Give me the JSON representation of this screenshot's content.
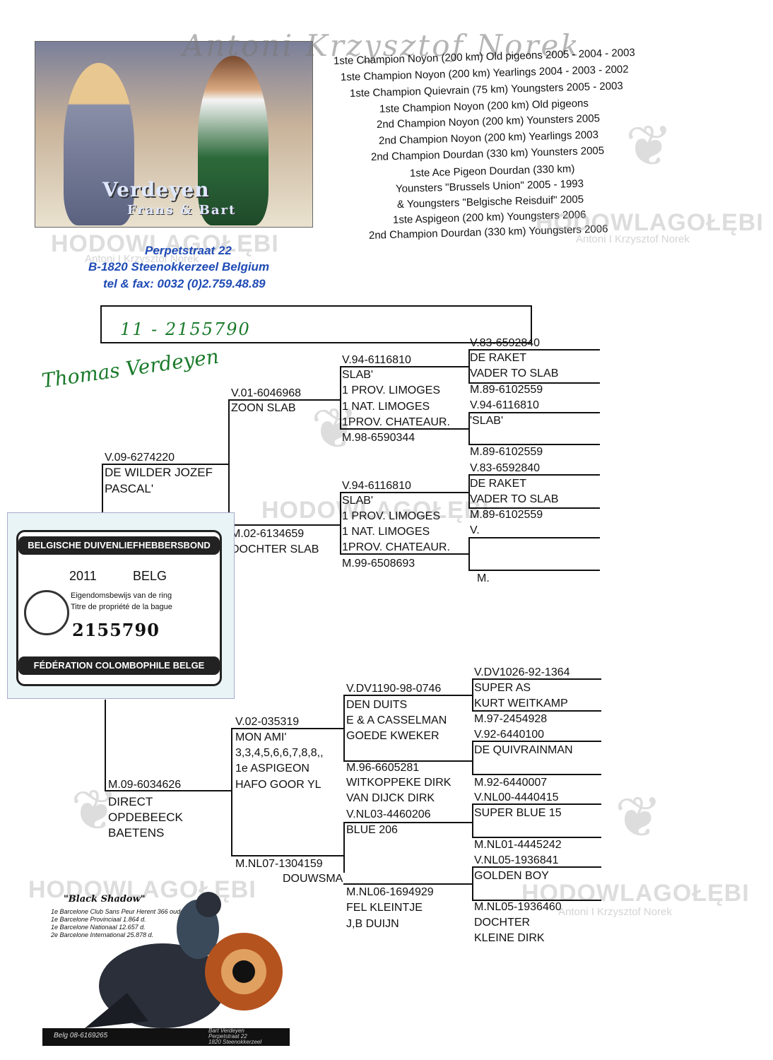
{
  "watermark": {
    "script_name": "Antoni Krzysztof Norek",
    "brand_left": "HODOWLA",
    "brand_right": "GOŁĘBI",
    "brand_sub": "Antoni I Krzysztof Norek"
  },
  "photo": {
    "caption_1": "Verdeyen",
    "caption_2": "Frans & Bart"
  },
  "titles": [
    "1ste Champion Noyon (200 km) Old pigeons 2005 - 2004 - 2003",
    "1ste Champion Noyon (200 km) Yearlings 2004 - 2003 - 2002",
    "1ste Champion Quievrain (75 km) Youngsters 2005 - 2003",
    "1ste Champion Noyon (200 km) Old pigeons",
    "2nd Champion Noyon (200 km) Younsters 2005",
    "2nd Champion Noyon (200 km) Yearlings 2003",
    "2nd Champion Dourdan (330 km) Younsters 2005",
    "1ste Ace Pigeon Dourdan (330 km)",
    "Younsters \"Brussels Union\" 2005 - 1993",
    "& Youngsters \"Belgische Reisduif\" 2005",
    "1ste Aspigeon (200 km) Youngsters 2006",
    "2nd Champion Dourdan (330 km) Youngsters 2006"
  ],
  "address": {
    "street": "Perpetstraat 22",
    "city": "B-1820 Steenokkerzeel  Belgium",
    "phone": "tel & fax: 0032 (0)2.759.48.89"
  },
  "ring_number_handwritten": "11 - 2155790",
  "signature": "Thomas Verdeyen",
  "pedigree": {
    "sire": {
      "ring": "V.09-6274220",
      "line1": "DE WILDER JOZEF",
      "line2": "PASCAL'"
    },
    "ss": {
      "ring": "V.01-6046968",
      "line1": "ZOON SLAB"
    },
    "ssd": {
      "ring": "M.02-6134659",
      "line1": "DOCHTER SLAB"
    },
    "sss": {
      "ring": "V.94-6116810",
      "lines": [
        "SLAB'",
        " 1 PROV. LIMOGES",
        "1 NAT. LIMOGES",
        "1PROV. CHATEAUR."
      ],
      "dam_ring": "M.98-6590344"
    },
    "sss_parents": [
      {
        "ring": "V.83-6592840",
        "lines": [
          "DE RAKET",
          "VADER TO SLAB"
        ]
      },
      {
        "ring": "M.89-6102559",
        "lines": []
      },
      {
        "ring": "V.94-6116810",
        "lines": [
          " 'SLAB'"
        ]
      },
      {
        "ring": "M.89-6102559",
        "lines": []
      }
    ],
    "ssd_sire": {
      "ring": "V.94-6116810",
      "lines": [
        "SLAB'",
        " 1 PROV. LIMOGES",
        "1 NAT. LIMOGES",
        "1PROV. CHATEAUR."
      ],
      "dam_ring": "M.99-6508693"
    },
    "ssd_parents": [
      {
        "ring": "V.83-6592840",
        "lines": [
          "DE RAKET",
          "VADER TO SLAB"
        ]
      },
      {
        "ring": "M.89-6102559",
        "lines": []
      },
      {
        "ring": "V.",
        "lines": []
      },
      {
        "ring": "M.",
        "lines": []
      }
    ],
    "dam": {
      "ring": "M.09-6034626",
      "lines": [
        "DIRECT",
        "OPDEBEECK",
        "BAETENS"
      ]
    },
    "ds": {
      "ring": "V.02-035319",
      "lines": [
        " MON AMI'",
        "3,3,4,5,6,6,7,8,8,,",
        "1e ASPIGEON",
        "HAFO GOOR YL"
      ]
    },
    "dd": {
      "ring": "M.NL07-1304159",
      "lines": [
        "DOUWSMA"
      ]
    },
    "dss": {
      "ring": "V.DV1190-98-0746",
      "lines": [
        "DEN DUITS",
        "E & A CASSELMAN",
        "GOEDE KWEKER"
      ]
    },
    "dsd": {
      "ring": "M.96-6605281",
      "lines": [
        "WITKOPPEKE DIRK",
        "VAN DIJCK DIRK"
      ]
    },
    "dds": {
      "ring": "V.NL03-4460206",
      "lines": [
        "BLUE 206"
      ]
    },
    "ddd": {
      "ring": "M.NL06-1694929",
      "lines": [
        "FEL KLEINTJE",
        "J,B DUIJN"
      ]
    },
    "g4": [
      {
        "ring": "V.DV1026-92-1364",
        "lines": [
          "SUPER AS",
          "KURT WEITKAMP"
        ]
      },
      {
        "ring": "M.97-2454928",
        "lines": []
      },
      {
        "ring": "V.92-6440100",
        "lines": [
          "DE QUIVRAINMAN"
        ]
      },
      {
        "ring": "M.92-6440007",
        "lines": []
      },
      {
        "ring": "V.NL00-4440415",
        "lines": [
          "SUPER BLUE 15"
        ]
      },
      {
        "ring": "M.NL01-4445242",
        "lines": []
      },
      {
        "ring": "V.NL05-1936841",
        "lines": [
          "GOLDEN BOY"
        ]
      },
      {
        "ring": "M.NL05-1936460",
        "lines": [
          "DOCHTER",
          "KLEINE DIRK"
        ]
      }
    ]
  },
  "certificate": {
    "org_top": "BELGISCHE DUIVENLIEFHEBBERSBOND",
    "year": "2011",
    "country": "BELG",
    "label_nl": "Eigendomsbewijs van de ring",
    "label_fr": "Titre de propriété de la bague",
    "number": "2155790",
    "org_bottom": "FÉDÉRATION COLOMBOPHILE BELGE"
  },
  "ad": {
    "name": "\"Black Shadow\"",
    "results": [
      "1e Barcelone  Club Sans Peur Herent  366 oude d.",
      "1e Barcelone  Provinciaal  1.864 d.",
      "1e Barcelone  Nationaal  12.657 d.",
      "2e Barcelone  International  25.878 d."
    ],
    "ring": "Belg 08-6169265",
    "footer": [
      "Bart Verdeyen",
      "Perpetstraat 22",
      "1820 Steenokkerzeel"
    ]
  },
  "colors": {
    "address_blue": "#1f4bb5",
    "handwriting_green": "#1a7a2a"
  }
}
